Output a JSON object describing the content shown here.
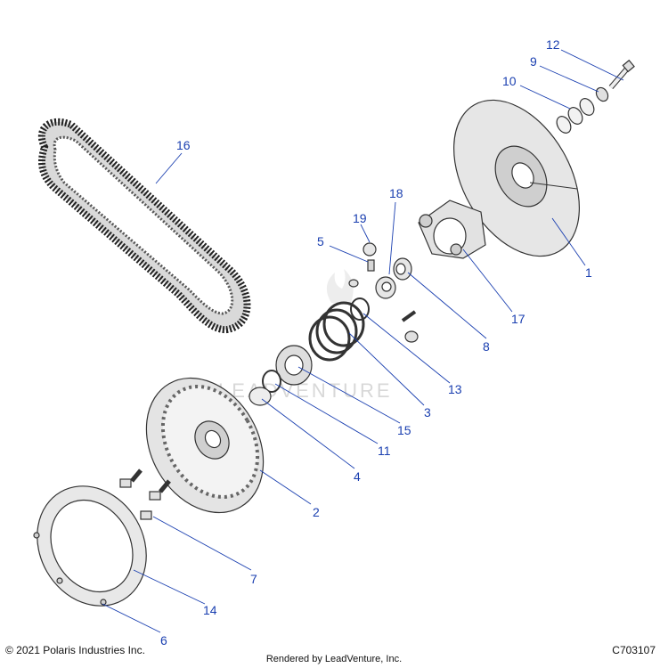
{
  "callouts": [
    "12",
    "9",
    "10",
    "16",
    "18",
    "19",
    "5",
    "1",
    "17",
    "8",
    "13",
    "3",
    "15",
    "11",
    "4",
    "2",
    "7",
    "14",
    "6"
  ],
  "watermark": "LEADVENTURE",
  "footer": {
    "copyright": "© 2021 Polaris Industries Inc.",
    "rendered_by": "Rendered by LeadVenture, Inc.",
    "figure_id": "C703107"
  },
  "colors": {
    "callout": "#1a3fb0",
    "part_fill": "#e9e9e9",
    "part_stroke": "#333333"
  }
}
